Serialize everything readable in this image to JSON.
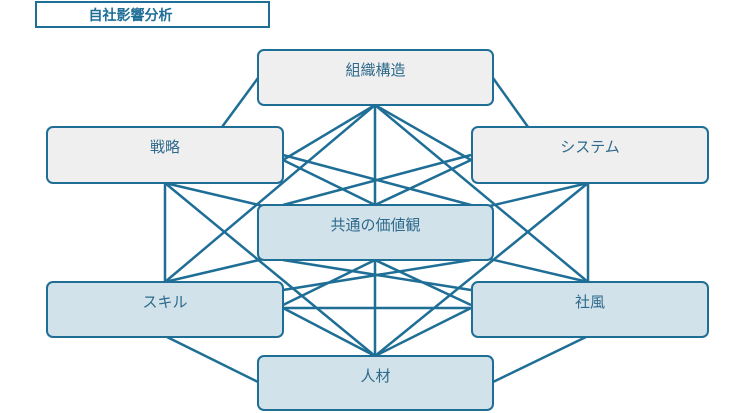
{
  "title": "自社影響分析",
  "colors": {
    "line": "#1e6e96",
    "upper_fill": "#efefef",
    "lower_fill": "#d2e2ea",
    "text": "#2e6a8c"
  },
  "nodes": [
    {
      "id": "org",
      "label": "組織構造",
      "group": "upper"
    },
    {
      "id": "strategy",
      "label": "戦略",
      "group": "upper"
    },
    {
      "id": "system",
      "label": "システム",
      "group": "upper"
    },
    {
      "id": "values",
      "label": "共通の価値観",
      "group": "lower"
    },
    {
      "id": "skill",
      "label": "スキル",
      "group": "lower"
    },
    {
      "id": "culture",
      "label": "社風",
      "group": "lower"
    },
    {
      "id": "people",
      "label": "人材",
      "group": "lower"
    }
  ]
}
